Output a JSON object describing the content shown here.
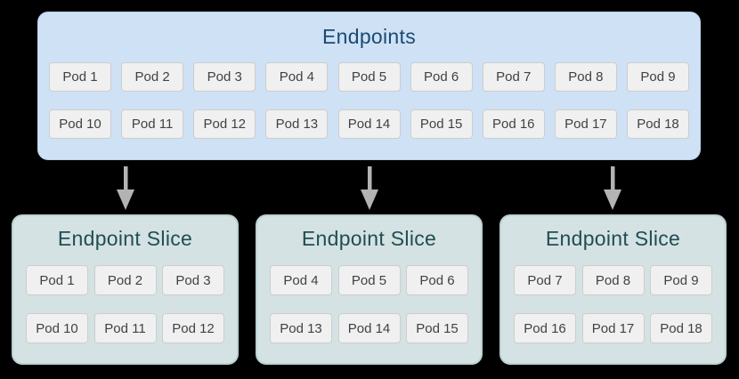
{
  "background_color": "#000000",
  "endpoints": {
    "title": "Endpoints",
    "bg_color": "#cfe1f5",
    "title_color": "#1b4a73",
    "rows": [
      [
        "Pod 1",
        "Pod 2",
        "Pod 3",
        "Pod 4",
        "Pod 5",
        "Pod 6",
        "Pod 7",
        "Pod 8",
        "Pod 9"
      ],
      [
        "Pod 10",
        "Pod 11",
        "Pod 12",
        "Pod 13",
        "Pod 14",
        "Pod 15",
        "Pod 16",
        "Pod 17",
        "Pod 18"
      ]
    ]
  },
  "arrows": {
    "count": 3,
    "direction": "down",
    "color": "#b3b3b3"
  },
  "slices": [
    {
      "title": "Endpoint Slice",
      "rows": [
        [
          "Pod 1",
          "Pod 2",
          "Pod 3"
        ],
        [
          "Pod 10",
          "Pod 11",
          "Pod 12"
        ]
      ]
    },
    {
      "title": "Endpoint Slice",
      "rows": [
        [
          "Pod 4",
          "Pod 5",
          "Pod 6"
        ],
        [
          "Pod 13",
          "Pod 14",
          "Pod 15"
        ]
      ]
    },
    {
      "title": "Endpoint Slice",
      "rows": [
        [
          "Pod 7",
          "Pod 8",
          "Pod 9"
        ],
        [
          "Pod 16",
          "Pod 17",
          "Pod 18"
        ]
      ]
    }
  ],
  "slice_style": {
    "bg_color": "#d5e2e3",
    "title_color": "#204e53"
  },
  "pod_style": {
    "bg_color": "#f0f0f0",
    "border_color": "#cdcdcd",
    "text_color": "#3f4245"
  }
}
